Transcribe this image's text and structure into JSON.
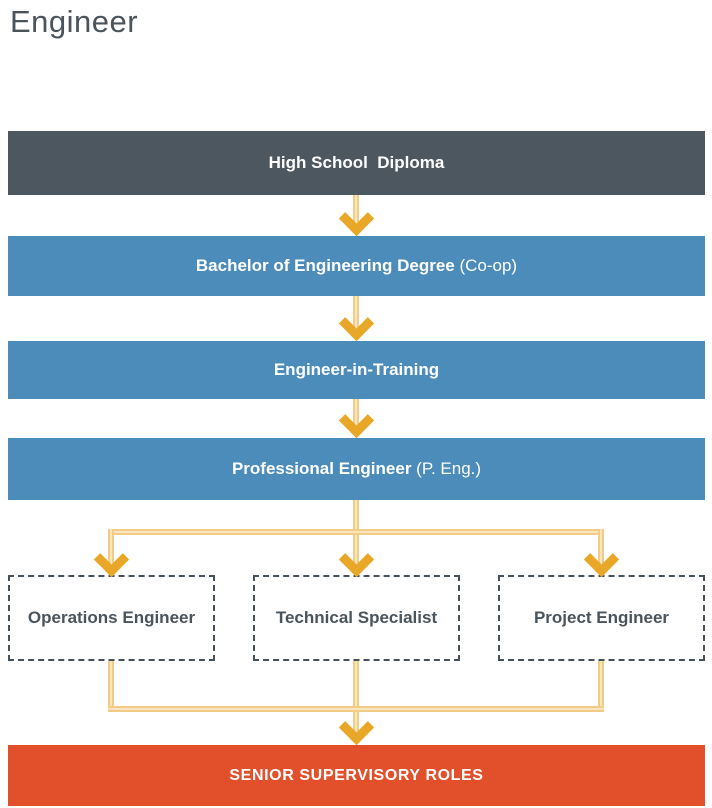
{
  "page": {
    "title": "Engineer"
  },
  "colors": {
    "dark_box": "#4D5760",
    "blue_box": "#4C8CBA",
    "orange_box": "#E2502B",
    "arrow_gold": "#E9A728",
    "arrow_light": "#F2CC86",
    "dashed_border": "#46525B",
    "title_text": "#4B545B",
    "branch_text": "#4A545C",
    "box_text": "#FFFFFF"
  },
  "flowchart": {
    "stages": [
      {
        "label": "High School  Diploma",
        "suffix": ""
      },
      {
        "label": "Bachelor of Engineering Degree",
        "suffix": " (Co-op)"
      },
      {
        "label": "Engineer-in-Training",
        "suffix": ""
      },
      {
        "label": "Professional Engineer",
        "suffix": " (P. Eng.)"
      }
    ],
    "branch_roles": [
      {
        "label": "Operations Engineer"
      },
      {
        "label": "Technical Specialist"
      },
      {
        "label": "Project Engineer"
      }
    ],
    "final_role": {
      "label": "SENIOR SUPERVISORY ROLES"
    }
  }
}
